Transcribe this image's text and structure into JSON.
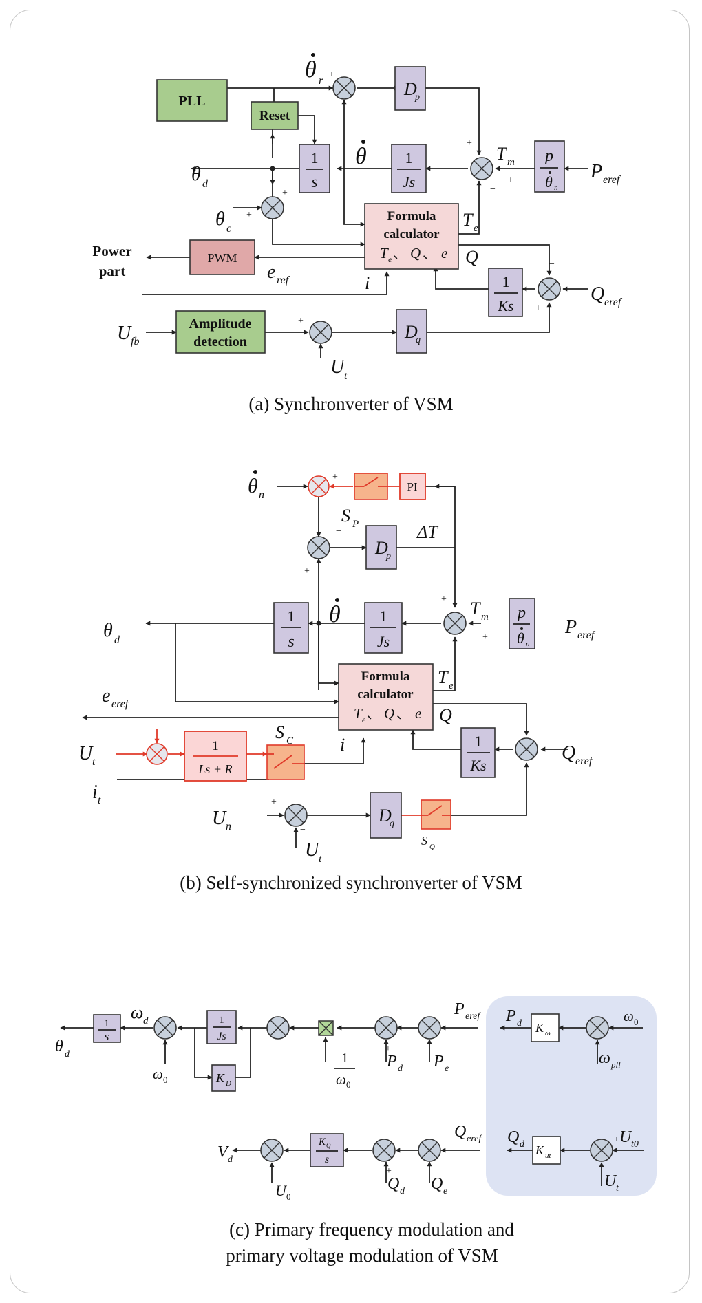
{
  "panel_a": {
    "caption": "(a) Synchronverter of  VSM",
    "pll": "PLL",
    "reset": "Reset",
    "pwm": "PWM",
    "formula_l1": "Formula",
    "formula_l2": "calculator",
    "formula_sep": "、",
    "power_l1": "Power",
    "power_l2": "part",
    "amp_l1": "Amplitude",
    "amp_l2": "detection",
    "one": "1",
    "s": "s",
    "Js": "Js",
    "Ks": "Ks",
    "p": "p",
    "D": "D",
    "sub_p": "p",
    "sub_q": "q",
    "theta": "θ",
    "sub_r": "r",
    "sub_d": "d",
    "sub_c": "c",
    "sub_n": "n",
    "T": "T",
    "sub_m": "m",
    "sub_e": "e",
    "P": "P",
    "sub_eref": "eref",
    "Q": "Q",
    "e": "e",
    "sub_ref": "ref",
    "i": "i",
    "U": "U",
    "sub_fb": "fb",
    "sub_t": "t",
    "plus": "+",
    "minus": "−"
  },
  "panel_b": {
    "caption": "(b) Self-synchronized synchronverter of VSM",
    "pi": "PI",
    "S": "S",
    "sub_P": "P",
    "sub_C": "C",
    "sub_Q": "Q",
    "delta_T": "ΔT",
    "Ls_R": "Ls + R"
  },
  "panel_c": {
    "caption_l1": "(c) Primary frequency modulation and",
    "caption_l2": "primary voltage modulation of VSM",
    "omega": "ω",
    "sub_0": "0",
    "sub_pll": "pll",
    "K": "K",
    "sub_D": "D",
    "sub_omega": "ω",
    "sub_ut": "ut",
    "sub_Q": "Q",
    "sub_t0": "t0",
    "V": "V",
    "highlight_color": "#dde3f3"
  }
}
